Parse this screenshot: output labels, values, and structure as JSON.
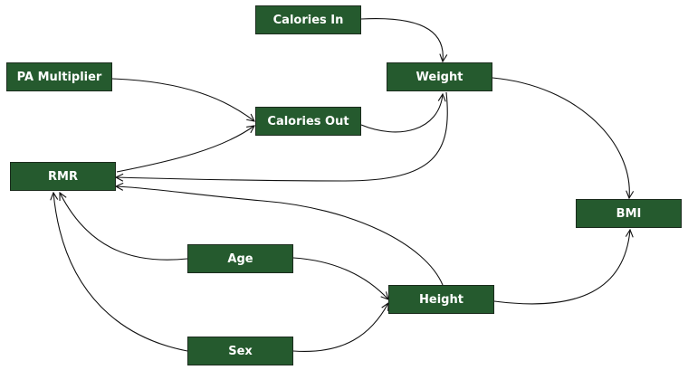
{
  "nodes": {
    "calories_in": "Calories In",
    "pa_multiplier": "PA Multiplier",
    "weight": "Weight",
    "calories_out": "Calories Out",
    "rmr": "RMR",
    "bmi": "BMI",
    "age": "Age",
    "height": "Height",
    "sex": "Sex"
  },
  "colors": {
    "node_fill": "#255a2e",
    "node_border": "#1b2b1d",
    "node_text": "#ffffff",
    "edge": "#111111"
  }
}
